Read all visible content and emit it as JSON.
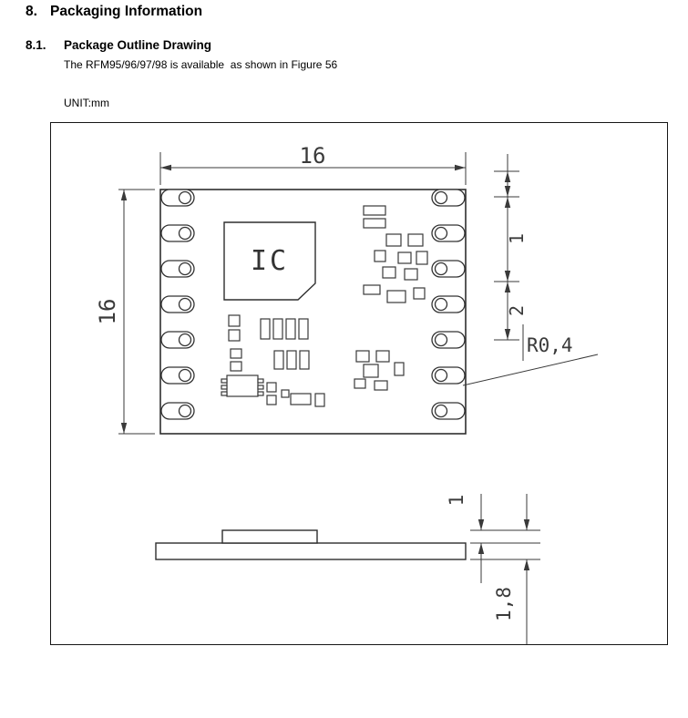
{
  "document": {
    "section_number": "8.",
    "section_title": "Packaging Information",
    "subsection_number": "8.1.",
    "subsection_title": "Package Outline Drawing",
    "intro_text": "The RFM95/96/97/98 is available  as shown in Figure 56",
    "unit_label": "UNIT:mm"
  },
  "drawing": {
    "ic_label": "IC",
    "top_width_dim": "16",
    "side_height_dim": "16",
    "pad_pitch_small_dim": "1",
    "pad_pitch_large_dim": "2",
    "pad_radius_dim": "R0,4",
    "shield_height_dim": "1",
    "total_thickness_dim": "1,8"
  },
  "colors": {
    "line": "#3a3a3a",
    "text": "#000000",
    "background": "#ffffff"
  }
}
